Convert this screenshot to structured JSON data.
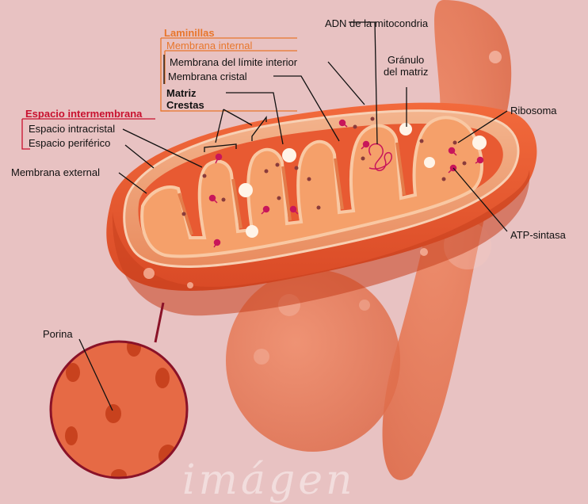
{
  "labels": {
    "laminillas": "Laminillas",
    "membrana_interna": "Membrana internal",
    "membrana_limite": "Membrana del límite interior",
    "membrana_cristal": "Membrana cristal",
    "matriz": "Matriz",
    "crestas": "Crestas",
    "espacio_intermembrana": "Espacio intermembrana",
    "espacio_intracristal": "Espacio intracristal",
    "espacio_periferico": "Espacio periférico",
    "membrana_externa": "Membrana external",
    "adn": "ADN de la mitocondria",
    "granulo_1": "Gránulo",
    "granulo_2": "del matriz",
    "ribosoma": "Ribosoma",
    "atp": "ATP-sintasa",
    "porina": "Porina"
  },
  "watermark": "imágen",
  "colors": {
    "background": "#e8c2c2",
    "outer_membrane": "#e8542e",
    "matrix": "#f6a46f",
    "label_red": "#c8102e",
    "label_orange": "#e8762b",
    "atp_synthase": "#c8165a"
  }
}
